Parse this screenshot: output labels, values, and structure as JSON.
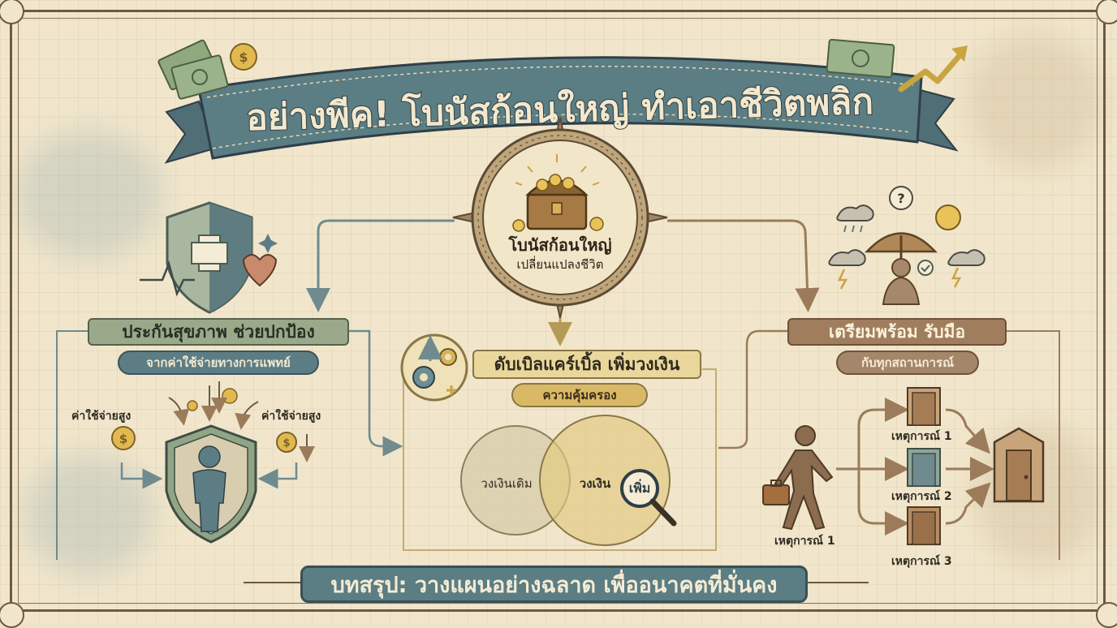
{
  "title": "อย่างพีค! โบนัสก้อนใหญ่ ทำเอาชีวิตพลิก",
  "center": {
    "line1": "โบนัสก้อนใหญ่",
    "line2": "เปลี่ยนแปลงชีวิต"
  },
  "left": {
    "heading": "ประกันสุขภาพ ช่วยปกป้อง",
    "subheading": "จากค่าใช้จ่ายทางการแพทย์",
    "cost_left": "ค่าใช้จ่ายสูง",
    "cost_right": "ค่าใช้จ่ายสูง"
  },
  "middle": {
    "heading": "ดับเบิลแคร์เบิ้ล เพิ่มวงเงิน",
    "subheading": "ความคุ้มครอง",
    "venn_left": "วงเงินเดิม",
    "venn_right": "วงเงิน",
    "venn_magnify": "เพิ่ม"
  },
  "right": {
    "heading": "เตรียมพร้อม รับมือ",
    "subheading": "กับทุกสถานการณ์",
    "walker_label": "เหตุการณ์ 1",
    "event1": "เหตุการณ์ 1",
    "event2": "เหตุการณ์ 2",
    "event3": "เหตุการณ์ 3"
  },
  "summary": "บทสรุป: วางแผนอย่างฉลาด เพื่ออนาคตที่มั่นคง",
  "colors": {
    "teal": "#5d7d84",
    "sage": "#9aa98a",
    "brown": "#a07e5d",
    "gold": "#d9b966",
    "paper": "#f1e6cb"
  }
}
